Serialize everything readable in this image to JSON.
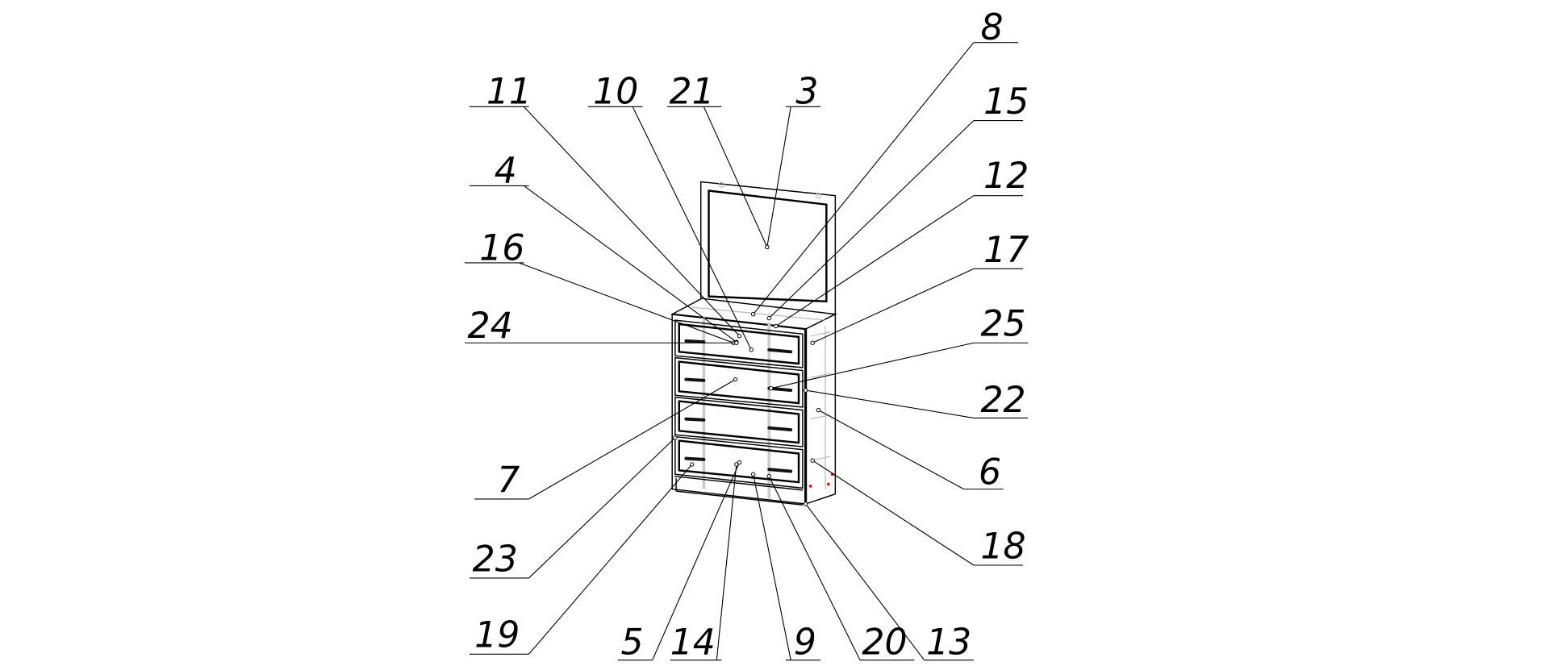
{
  "drawing": {
    "subject": "chest-of-drawers-with-mirror",
    "callouts": [
      "8",
      "11",
      "10",
      "21",
      "3",
      "15",
      "4",
      "12",
      "16",
      "17",
      "24",
      "25",
      "22",
      "7",
      "6",
      "23",
      "18",
      "19",
      "5",
      "14",
      "9",
      "20",
      "13"
    ],
    "accent_color": "#ff0000"
  }
}
